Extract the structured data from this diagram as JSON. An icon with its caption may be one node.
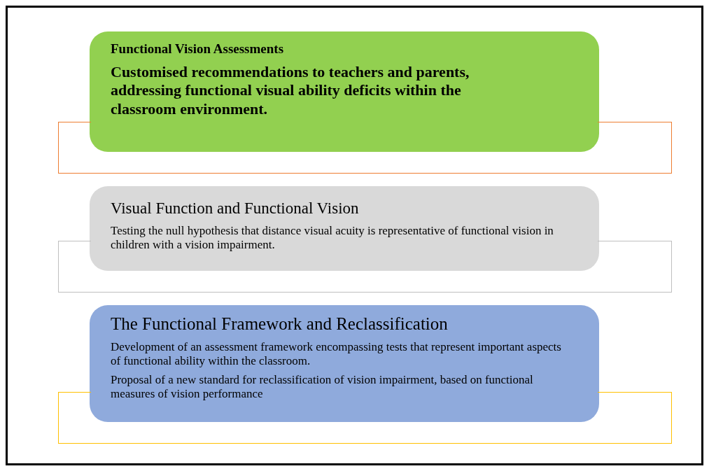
{
  "diagram": {
    "nodes": [
      {
        "text": [
          "Functional Vision Assessments",
          "Customised recommendations to teachers and parents, addressing functional visual ability deficits within the classroom environment."
        ]
      },
      {
        "text": [],
        "shape": "box"
      },
      {
        "text": [
          "Visual Function and Functional Vision",
          "Testing the null hypothesis that distance visual acuity is representative of functional vision in children with a vision impairment."
        ]
      },
      {
        "text": [],
        "shape": "box"
      },
      {
        "text": [
          "The Functional Framework and Reclassification",
          "Development of an assessment framework encompassing tests that represent important aspects of functional ability within the classroom.",
          "Proposal of a new standard for reclassification of vision impairment, based on functional measures of vision performance"
        ]
      },
      {
        "text": [],
        "shape": "box"
      }
    ]
  }
}
